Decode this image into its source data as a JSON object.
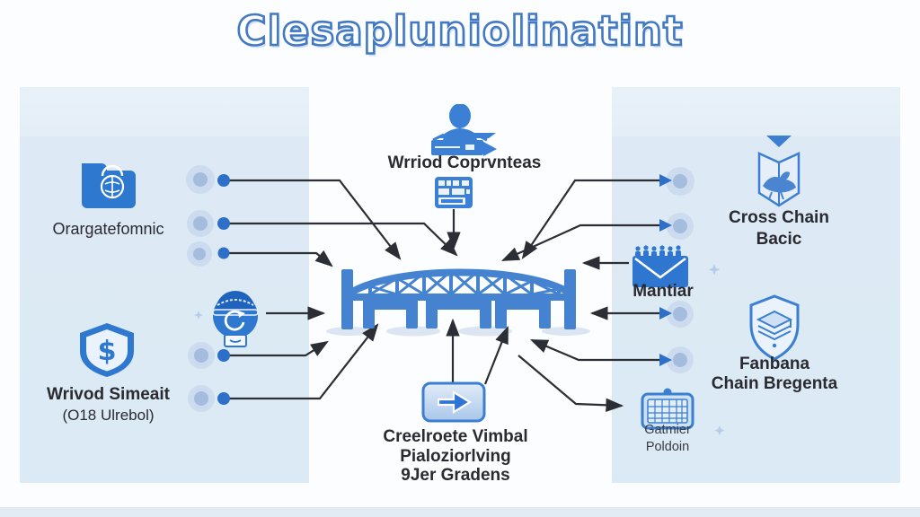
{
  "title": "Clesapluniolinatint",
  "colors": {
    "accent_blue": "#2e76cf",
    "bridge_blue": "#4583d1",
    "panel_blue": "#dceaf5",
    "connector_dark": "#2b2e34",
    "label_dark": "#2a2a31",
    "title_outline": "#4279c3"
  },
  "left_panel": {
    "folder_item": {
      "icon": "folder-lock-icon",
      "label": "Orargatefomnic"
    },
    "shield_item": {
      "icon": "dollar-shield-icon",
      "label": "Wrivod Simeait",
      "sublabel": "(O18 Ulrebol)"
    },
    "engineer_item": {
      "icon": "engineer-helmet-icon"
    }
  },
  "center": {
    "presenter": {
      "icon": "presenter-desk-icon",
      "label": "Wrriod Coprvnteas"
    },
    "circuit": {
      "icon": "circuit-grid-icon"
    },
    "bridge": {
      "icon": "truss-bridge-illustration"
    },
    "button": {
      "icon": "forward-arrow-button-icon",
      "line1": "Creelroete Vimbal",
      "line2": "Pialoziorlving",
      "line3": "9Jer Gradens"
    }
  },
  "right_panel": {
    "book_item": {
      "icon": "open-book-bird-icon",
      "line1": "Cross Chain",
      "line2": "Bacic"
    },
    "mail_item": {
      "icon": "envelope-crowd-icon",
      "label": "Mantiar"
    },
    "shield_item": {
      "icon": "shield-layers-icon",
      "line1": "Fanbana",
      "line2": "Chain Bregenta"
    },
    "calendar_item": {
      "icon": "calendar-grid-icon",
      "line1": "Gatmier",
      "line2": "Poldoin"
    }
  }
}
